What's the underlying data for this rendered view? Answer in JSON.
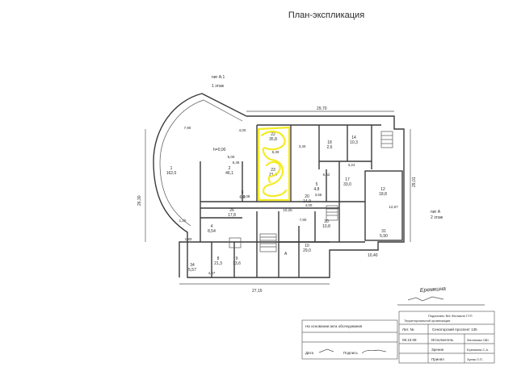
{
  "title": "План-экспликация",
  "plan": {
    "axis_top_left": "пиг А.1",
    "floor_note": "1 этаж",
    "axis_right": "пиг А",
    "floor_right": "2 этаж",
    "dim_top": "29,70",
    "dim_left": "26,30",
    "dim_right": "29,01",
    "dim_bottom": "27,15",
    "dim_bottom2": "10,40",
    "label_h": "h=0,00",
    "label_a": "A",
    "rooms": [
      {
        "no": "1",
        "area": "162,0"
      },
      {
        "no": "2",
        "area": "46,1"
      },
      {
        "no": "22",
        "area": "35,8"
      },
      {
        "no": "23",
        "area": "21,4"
      },
      {
        "no": "17",
        "area": "33,0"
      },
      {
        "no": "12",
        "area": "18,8"
      },
      {
        "no": "14",
        "area": "10,3"
      },
      {
        "no": "18",
        "area": "2,6"
      },
      {
        "no": "20",
        "area": "14,9"
      },
      {
        "no": "31",
        "area": "5,90"
      },
      {
        "no": "4",
        "area": "8,54"
      },
      {
        "no": "9",
        "area": "13,6"
      },
      {
        "no": "8",
        "area": "21,3"
      },
      {
        "no": "34",
        "area": "5,57"
      },
      {
        "no": "10",
        "area": "29,0"
      },
      {
        "no": "30",
        "area": "10,8"
      },
      {
        "no": "26",
        "area": "17,8"
      },
      {
        "no": "3",
        "area": "6,0"
      },
      {
        "no": "5",
        "area": "4,8"
      }
    ],
    "dims_misc": [
      "7,90",
      "4,00",
      "5,00",
      "5,45",
      "3,08",
      "6,30",
      "3,24",
      "6,62",
      "3,65",
      "10,25",
      "7,80",
      "4,67",
      "12,67",
      "3,40",
      "4,00",
      "1,83",
      "1,20"
    ]
  },
  "handwriting": "Еремкина",
  "stamp_left": {
    "line1": "На основании акта обследования",
    "line2": "Дата",
    "line3": "Подпись"
  },
  "stamp_right": {
    "header1": "Подписано №1 Филиала ГУП",
    "header2": "Территориальной организации",
    "lit_label": "Лит. №",
    "address_label": "Сенаторский проспект 135",
    "rows": [
      {
        "role": "Исполнитель",
        "name": "Филипова С.О."
      },
      {
        "role": "Зрение",
        "name": "Еремкина С.А."
      },
      {
        "role": "Принял",
        "name": "Зуева Л.П."
      }
    ],
    "date": "09.10.08",
    "sheet": "1"
  }
}
